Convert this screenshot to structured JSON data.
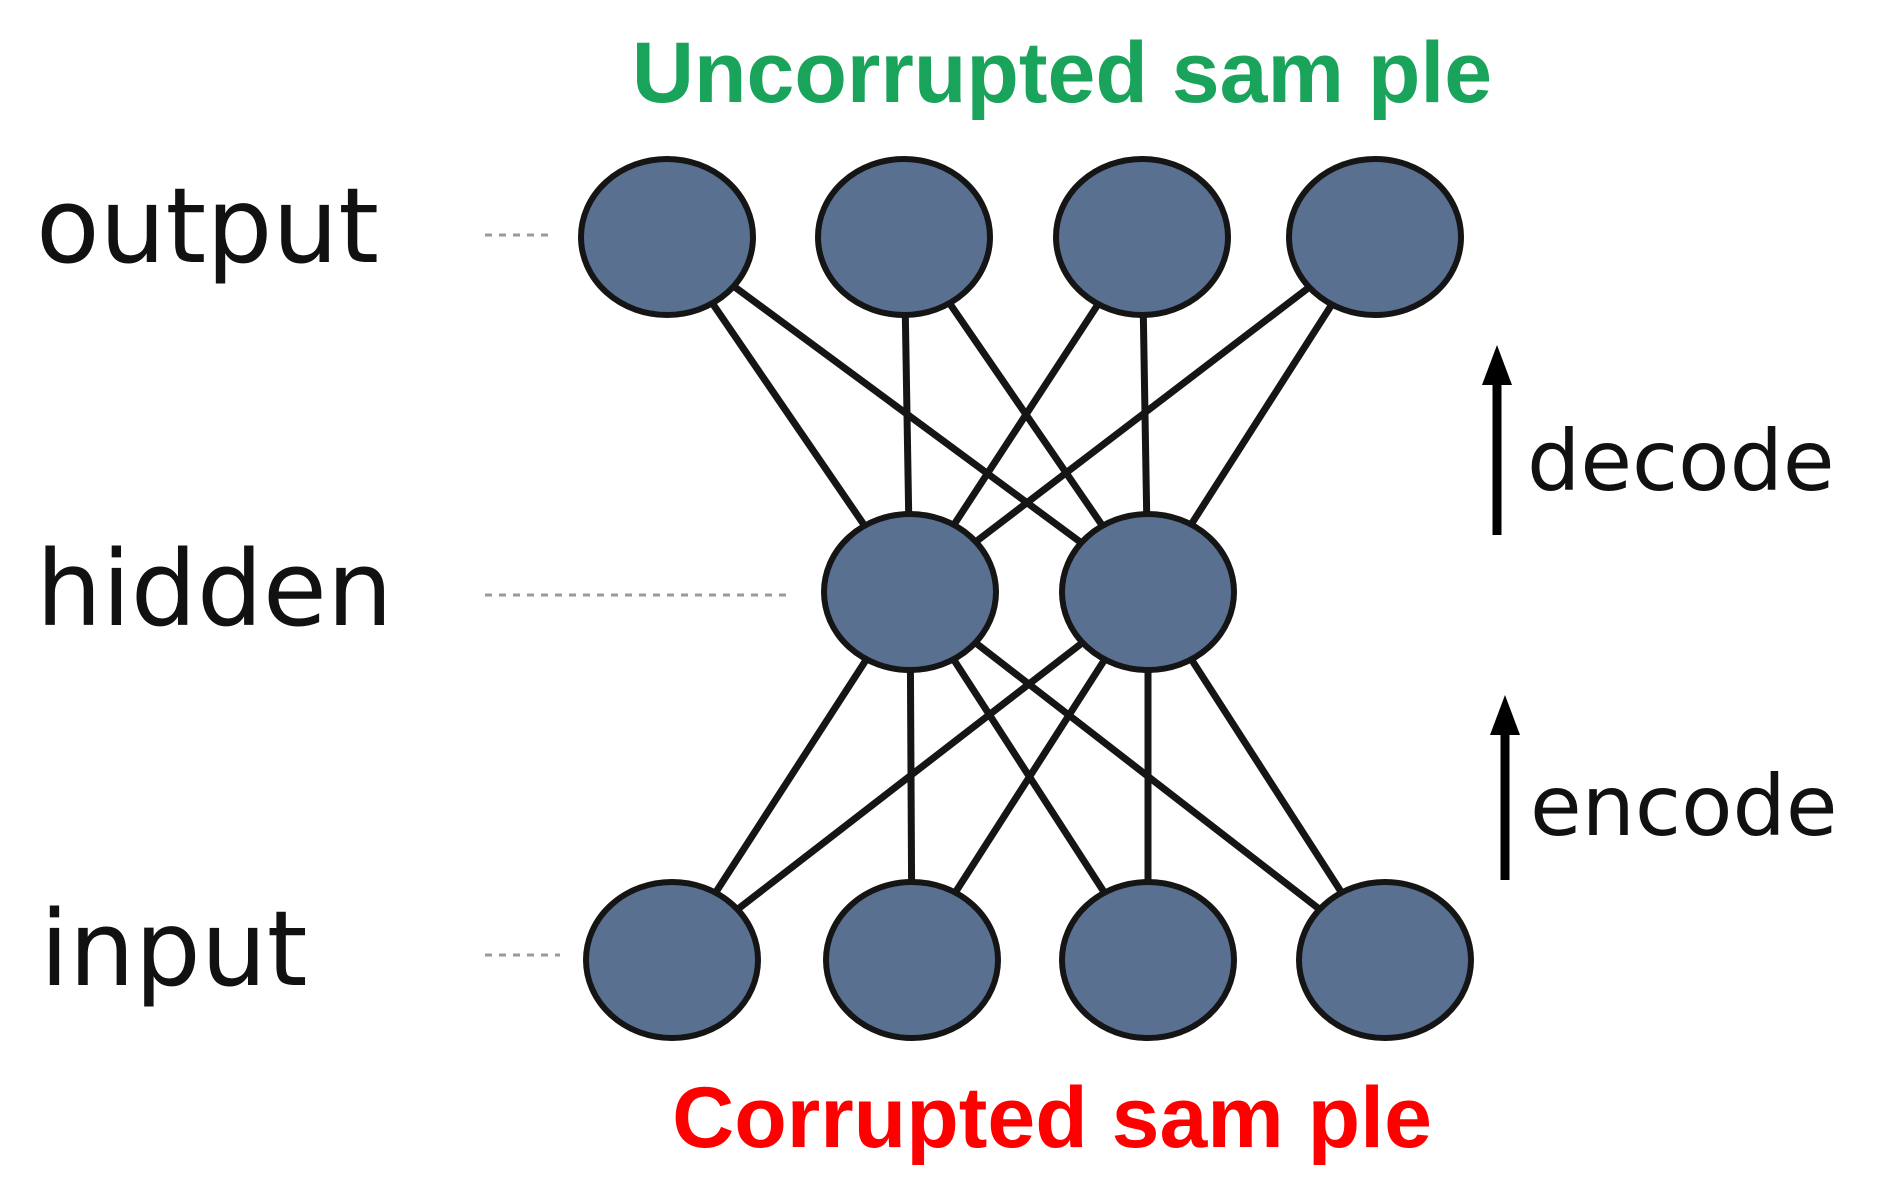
{
  "top_caption": {
    "text": "Uncorrupted sam ple",
    "color": "#1aa35a"
  },
  "bottom_caption": {
    "text": "Corrupted sam ple",
    "color": "#ff0000"
  },
  "layers": {
    "output": "output",
    "hidden": "hidden",
    "input": "input"
  },
  "directions": {
    "decode": "decode",
    "encode": "encode"
  },
  "node_color": "#5a7090",
  "network": {
    "input_units": 4,
    "hidden_units": 2,
    "output_units": 4,
    "fully_connected": true
  }
}
